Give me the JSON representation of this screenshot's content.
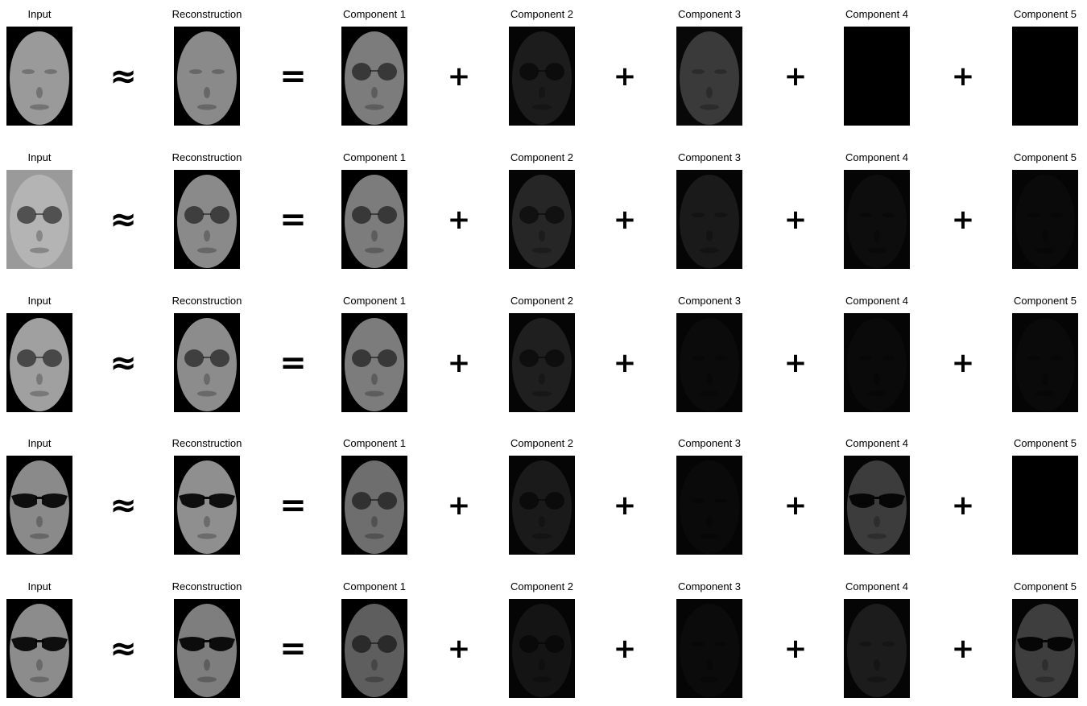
{
  "rows": [
    {
      "titles": [
        "Input",
        "Reconstruction",
        "Component 1",
        "Component 2",
        "Component 3",
        "Component 4",
        "Component 5"
      ],
      "operators": [
        "≈",
        "=",
        "+",
        "+",
        "+",
        "+"
      ],
      "panels": [
        {
          "bg": "#000000",
          "face": "#9a9a9a",
          "glasses": "none"
        },
        {
          "bg": "#000000",
          "face": "#8a8a8a",
          "glasses": "none"
        },
        {
          "bg": "#000000",
          "face": "#7c7c7c",
          "glasses": "round"
        },
        {
          "bg": "#050505",
          "face": "#1c1c1c",
          "glasses": "round"
        },
        {
          "bg": "#080808",
          "face": "#3a3a3a",
          "glasses": "none"
        },
        {
          "bg": "#000000",
          "face": "#000000",
          "glasses": "none"
        },
        {
          "bg": "#000000",
          "face": "#000000",
          "glasses": "none"
        }
      ]
    },
    {
      "titles": [
        "Input",
        "Reconstruction",
        "Component 1",
        "Component 2",
        "Component 3",
        "Component 4",
        "Component 5"
      ],
      "operators": [
        "≈",
        "=",
        "+",
        "+",
        "+",
        "+"
      ],
      "panels": [
        {
          "bg": "#9a9a9a",
          "face": "#b4b4b4",
          "glasses": "round"
        },
        {
          "bg": "#000000",
          "face": "#8a8a8a",
          "glasses": "round"
        },
        {
          "bg": "#000000",
          "face": "#7c7c7c",
          "glasses": "round"
        },
        {
          "bg": "#050505",
          "face": "#262626",
          "glasses": "round"
        },
        {
          "bg": "#050505",
          "face": "#1a1a1a",
          "glasses": "none"
        },
        {
          "bg": "#050505",
          "face": "#0d0d0d",
          "glasses": "none"
        },
        {
          "bg": "#050505",
          "face": "#0a0a0a",
          "glasses": "none"
        }
      ]
    },
    {
      "titles": [
        "Input",
        "Reconstruction",
        "Component 1",
        "Component 2",
        "Component 3",
        "Component 4",
        "Component 5"
      ],
      "operators": [
        "≈",
        "=",
        "+",
        "+",
        "+",
        "+"
      ],
      "panels": [
        {
          "bg": "#000000",
          "face": "#a0a0a0",
          "glasses": "round"
        },
        {
          "bg": "#000000",
          "face": "#8c8c8c",
          "glasses": "round"
        },
        {
          "bg": "#000000",
          "face": "#7c7c7c",
          "glasses": "round"
        },
        {
          "bg": "#050505",
          "face": "#1f1f1f",
          "glasses": "round"
        },
        {
          "bg": "#050505",
          "face": "#0b0b0b",
          "glasses": "none"
        },
        {
          "bg": "#050505",
          "face": "#0a0a0a",
          "glasses": "none"
        },
        {
          "bg": "#050505",
          "face": "#0a0a0a",
          "glasses": "none"
        }
      ]
    },
    {
      "titles": [
        "Input",
        "Reconstruction",
        "Component 1",
        "Component 2",
        "Component 3",
        "Component 4",
        "Component 5"
      ],
      "operators": [
        "≈",
        "=",
        "+",
        "+",
        "+",
        "+"
      ],
      "panels": [
        {
          "bg": "#000000",
          "face": "#8a8a8a",
          "glasses": "dark"
        },
        {
          "bg": "#000000",
          "face": "#8f8f8f",
          "glasses": "dark"
        },
        {
          "bg": "#000000",
          "face": "#6e6e6e",
          "glasses": "round"
        },
        {
          "bg": "#050505",
          "face": "#1a1a1a",
          "glasses": "round"
        },
        {
          "bg": "#050505",
          "face": "#0a0a0a",
          "glasses": "none"
        },
        {
          "bg": "#050505",
          "face": "#3c3c3c",
          "glasses": "dark"
        },
        {
          "bg": "#000000",
          "face": "#000000",
          "glasses": "none"
        }
      ]
    },
    {
      "titles": [
        "Input",
        "Reconstruction",
        "Component 1",
        "Component 2",
        "Component 3",
        "Component 4",
        "Component 5"
      ],
      "operators": [
        "≈",
        "=",
        "+",
        "+",
        "+",
        "+"
      ],
      "panels": [
        {
          "bg": "#000000",
          "face": "#8c8c8c",
          "glasses": "dark"
        },
        {
          "bg": "#000000",
          "face": "#7e7e7e",
          "glasses": "dark"
        },
        {
          "bg": "#000000",
          "face": "#5e5e5e",
          "glasses": "round"
        },
        {
          "bg": "#050505",
          "face": "#141414",
          "glasses": "round"
        },
        {
          "bg": "#050505",
          "face": "#0b0b0b",
          "glasses": "none"
        },
        {
          "bg": "#050505",
          "face": "#1c1c1c",
          "glasses": "none"
        },
        {
          "bg": "#050505",
          "face": "#3e3e3e",
          "glasses": "dark"
        }
      ]
    }
  ]
}
